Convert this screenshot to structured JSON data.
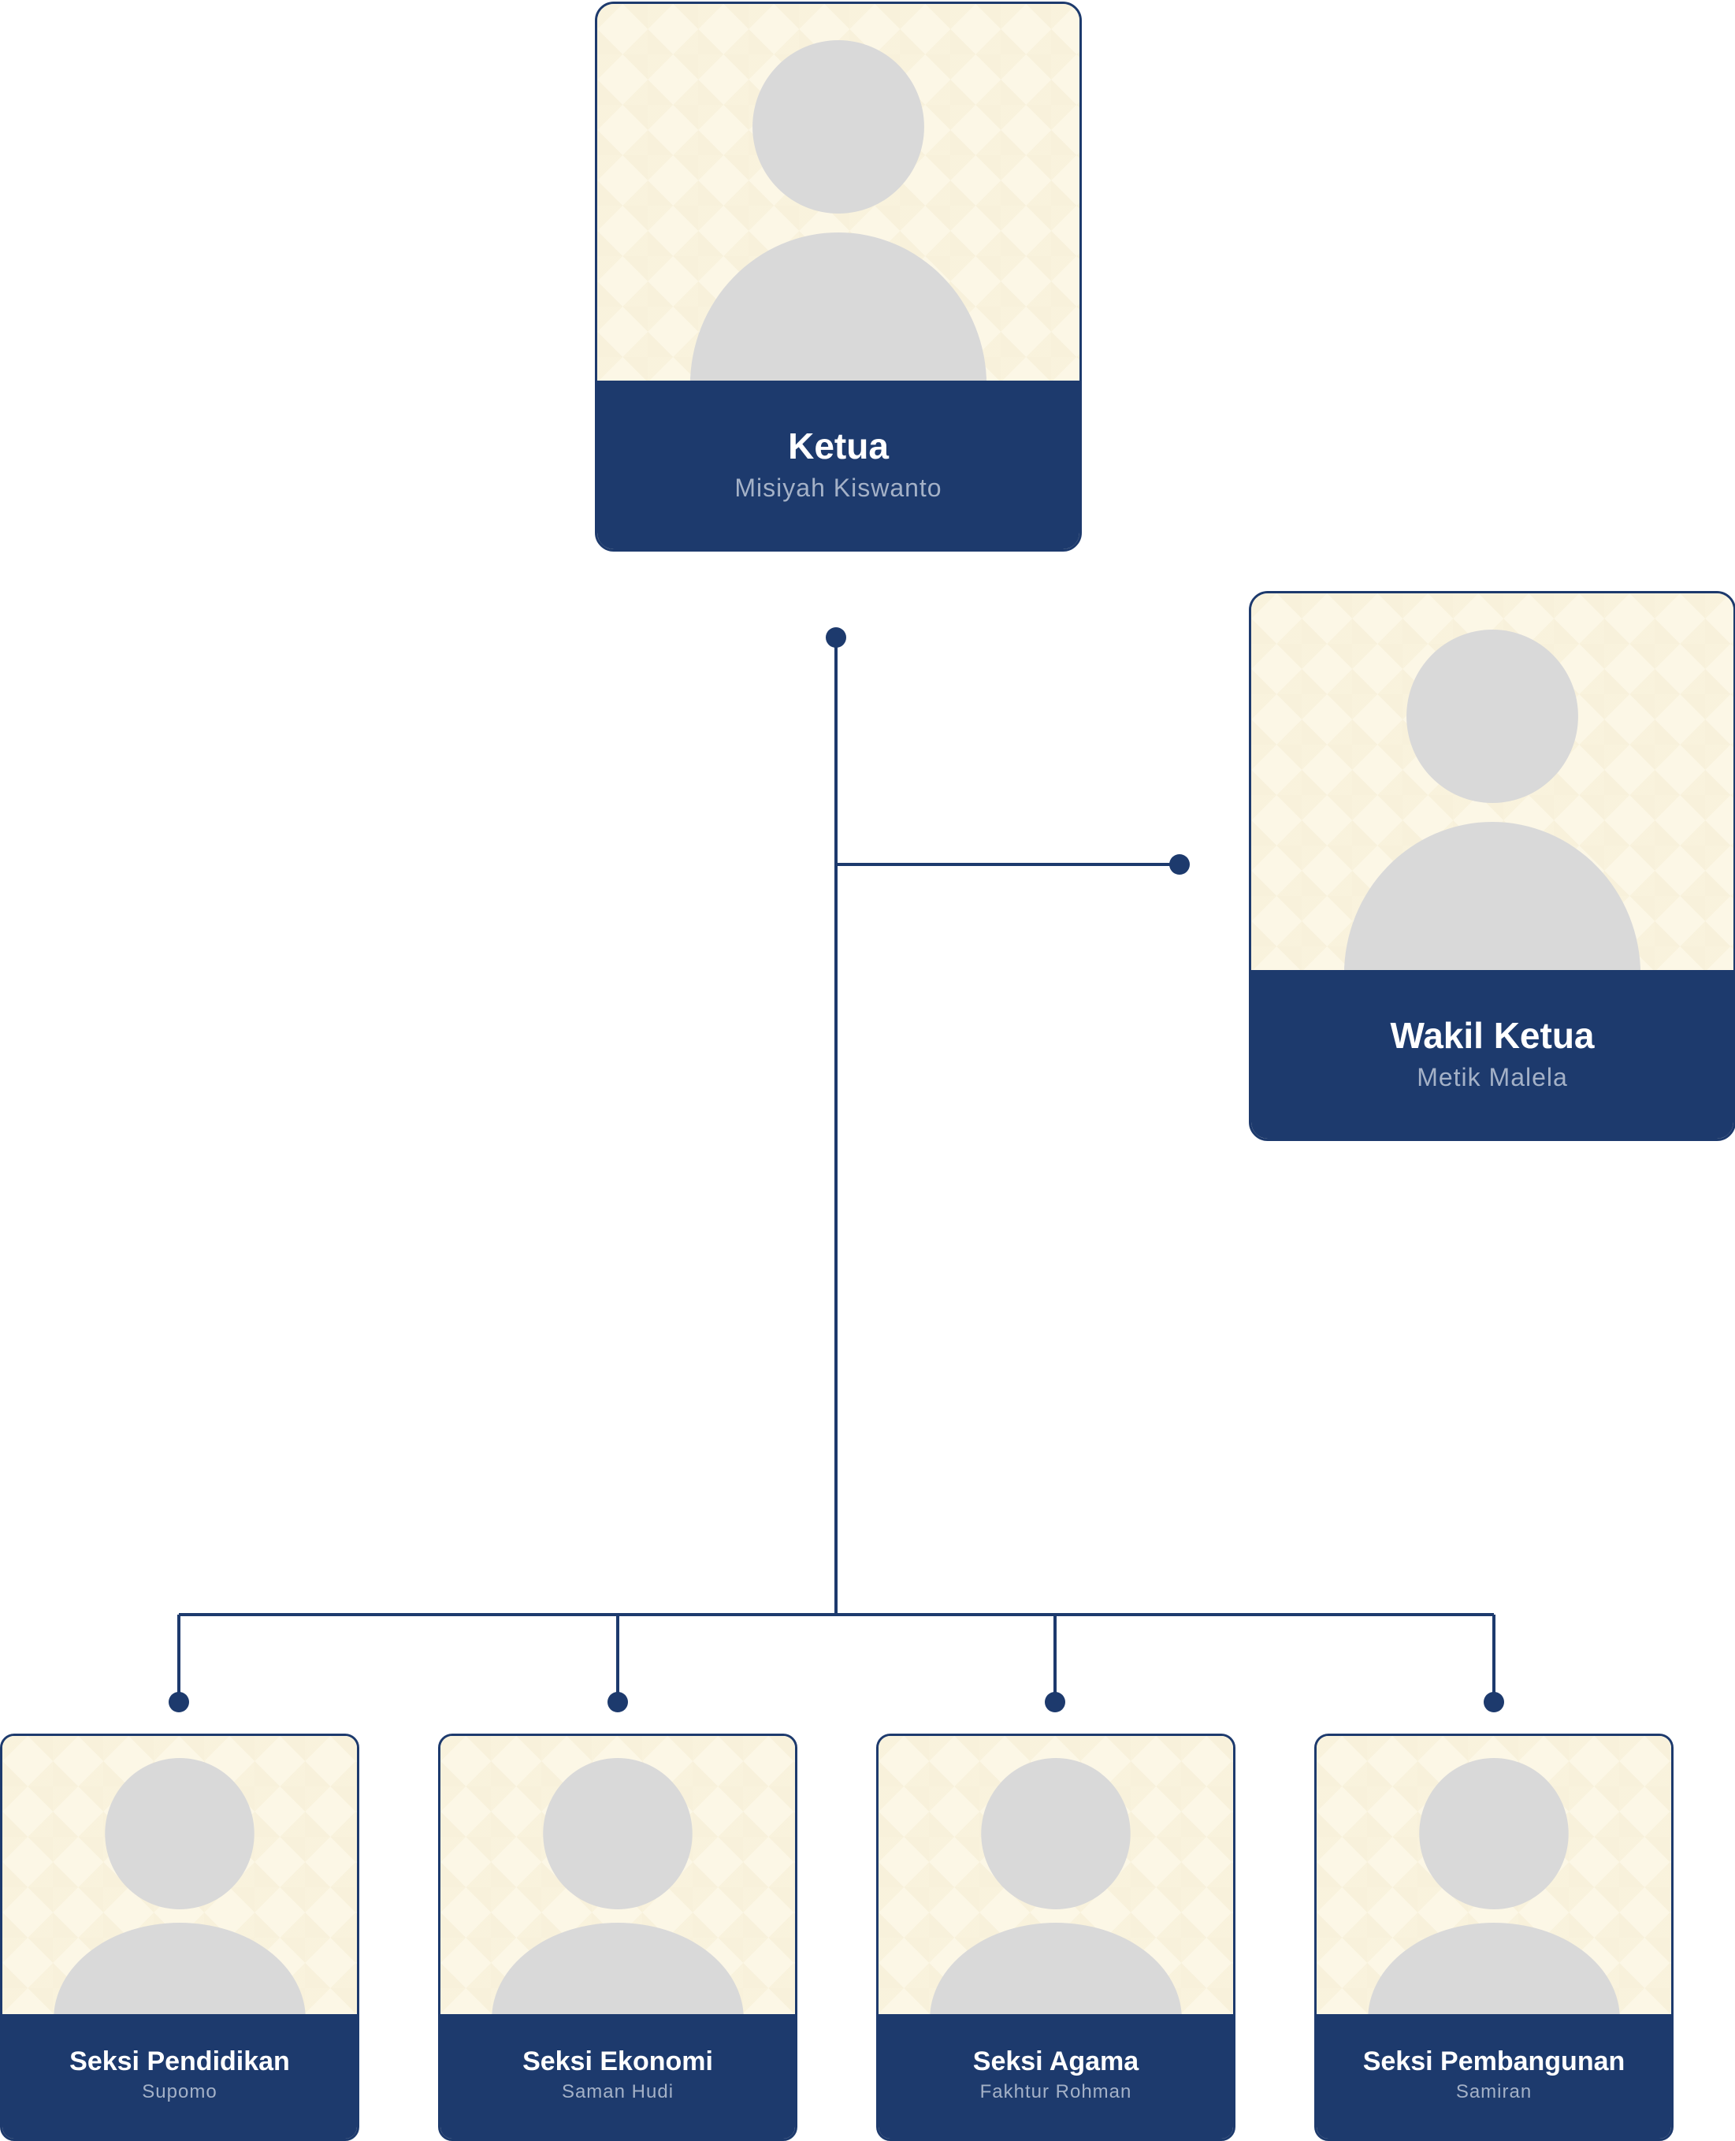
{
  "colors": {
    "primary": "#1d3a6d",
    "card_background": "#fcf7e6",
    "avatar_placeholder": "#d9d9d9",
    "name_text": "#a4b1c7"
  },
  "org_chart": {
    "ketua": {
      "role": "Ketua",
      "name": "Misiyah Kiswanto",
      "icon": "person-placeholder-icon"
    },
    "wakil_ketua": {
      "role": "Wakil Ketua",
      "name": "Metik Malela",
      "icon": "person-placeholder-icon"
    },
    "seksi": [
      {
        "role": "Seksi Pendidikan",
        "name": "Supomo",
        "icon": "person-placeholder-icon"
      },
      {
        "role": "Seksi Ekonomi",
        "name": "Saman Hudi",
        "icon": "person-placeholder-icon"
      },
      {
        "role": "Seksi Agama",
        "name": "Fakhtur Rohman",
        "icon": "person-placeholder-icon"
      },
      {
        "role": "Seksi Pembangunan",
        "name": "Samiran",
        "icon": "person-placeholder-icon"
      }
    ]
  }
}
